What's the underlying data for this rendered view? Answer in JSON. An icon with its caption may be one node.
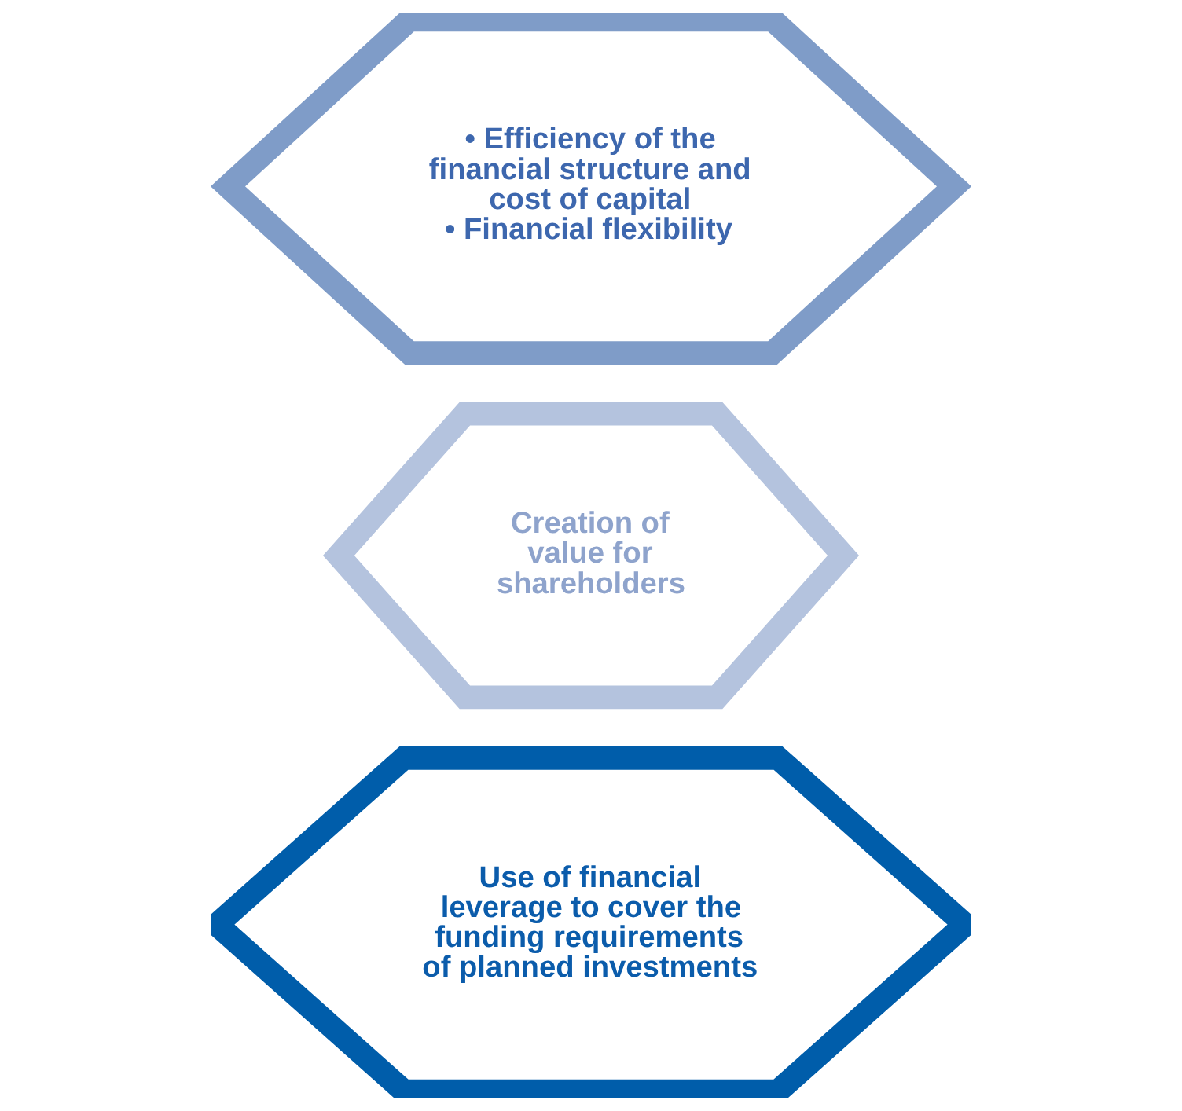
{
  "diagram": {
    "nodes": [
      {
        "text": [
          "Use of financial leverage to cover the funding requirements of planned investments"
        ]
      },
      {
        "text": [
          "Creation of value for shareholders"
        ]
      },
      {
        "text": [
          "• Efficiency of the financial structure and cost of capital",
          "• Financial flexibility"
        ]
      }
    ]
  }
}
